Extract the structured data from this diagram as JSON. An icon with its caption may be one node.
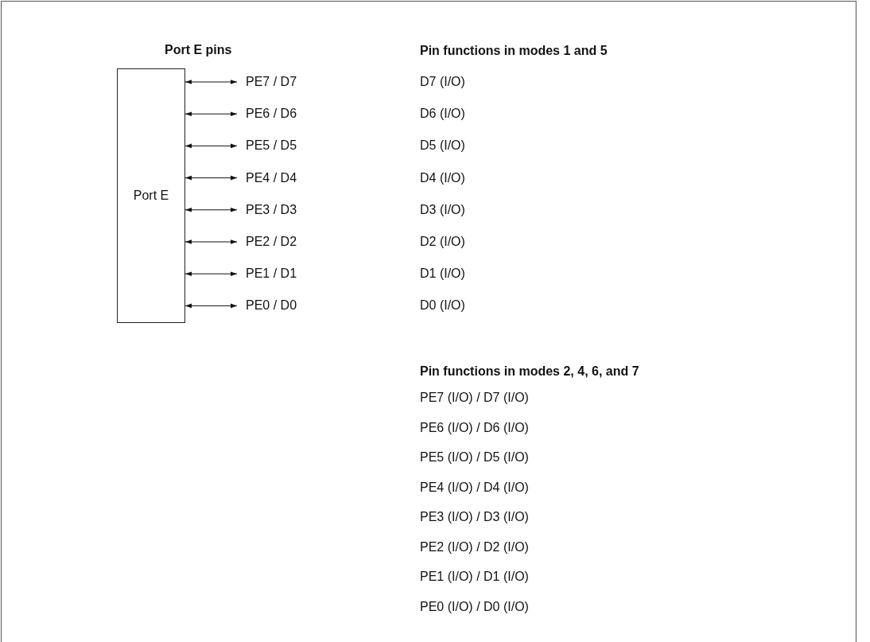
{
  "diagram": {
    "nodes": [
      {
        "text": [
          "Port E"
        ]
      },
      {
        "text": [
          "PE7 / D7"
        ]
      },
      {
        "text": [
          "PE6 / D6"
        ]
      },
      {
        "text": [
          "PE5 / D5"
        ]
      },
      {
        "text": [
          "PE4 / D4"
        ]
      },
      {
        "text": [
          "PE3 / D3"
        ]
      },
      {
        "text": [
          "PE2 / D2"
        ]
      },
      {
        "text": [
          "PE1 / D1"
        ]
      },
      {
        "text": [
          "PE0 / D0"
        ]
      }
    ],
    "edges": [
      {
        "from": 0,
        "to": 1,
        "arrow": "both"
      },
      {
        "from": 0,
        "to": 2,
        "arrow": "both"
      },
      {
        "from": 0,
        "to": 3,
        "arrow": "both"
      },
      {
        "from": 0,
        "to": 4,
        "arrow": "both"
      },
      {
        "from": 0,
        "to": 5,
        "arrow": "both"
      },
      {
        "from": 0,
        "to": 6,
        "arrow": "both"
      },
      {
        "from": 0,
        "to": 7,
        "arrow": "both"
      },
      {
        "from": 0,
        "to": 8,
        "arrow": "both"
      }
    ],
    "labels": [
      "Port E pins",
      "Pin functions in modes 1 and 5",
      "D7 (I/O)",
      "D6 (I/O)",
      "D5 (I/O)",
      "D4 (I/O)",
      "D3 (I/O)",
      "D2 (I/O)",
      "D1 (I/O)",
      "D0 (I/O)",
      "Pin functions in modes 2, 4, 6, and 7",
      "PE7 (I/O) / D7 (I/O)",
      "PE6 (I/O) / D6 (I/O)",
      "PE5 (I/O) / D5 (I/O)",
      "PE4 (I/O) / D4 (I/O)",
      "PE3 (I/O) / D3 (I/O)",
      "PE2 (I/O) / D2 (I/O)",
      "PE1 (I/O) / D1 (I/O)",
      "PE0 (I/O) / D0 (I/O)"
    ]
  }
}
